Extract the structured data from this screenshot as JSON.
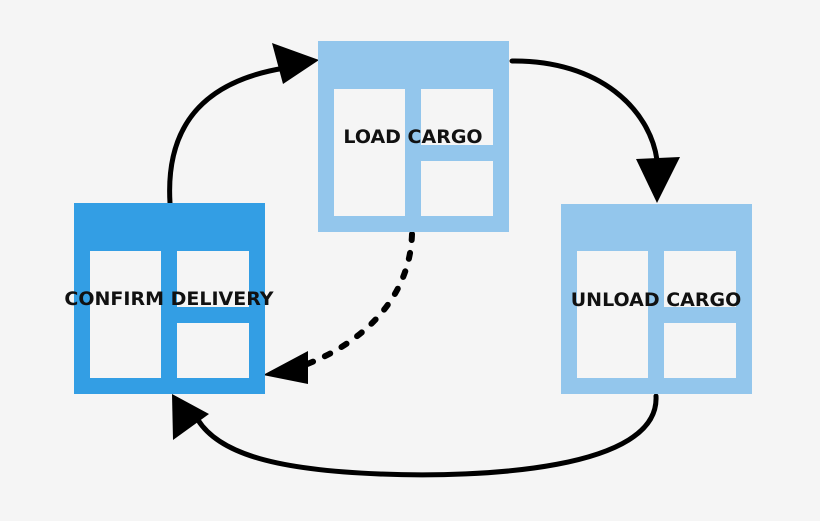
{
  "nodes": {
    "load_cargo": {
      "label": "LOAD CARGO",
      "color": "#93c6ec"
    },
    "unload_cargo": {
      "label": "UNLOAD CARGO",
      "color": "#93c6ec"
    },
    "confirm_delivery": {
      "label": "CONFIRM DELIVERY",
      "color": "#339ee4"
    }
  },
  "colors": {
    "background": "#f5f5f5",
    "panel": "#f5f5f5",
    "arrow": "#000000",
    "text": "#111111"
  },
  "edges": [
    {
      "from": "confirm_delivery",
      "to": "load_cargo",
      "style": "solid"
    },
    {
      "from": "load_cargo",
      "to": "unload_cargo",
      "style": "solid"
    },
    {
      "from": "unload_cargo",
      "to": "confirm_delivery",
      "style": "solid"
    },
    {
      "from": "load_cargo",
      "to": "confirm_delivery",
      "style": "dotted"
    }
  ]
}
